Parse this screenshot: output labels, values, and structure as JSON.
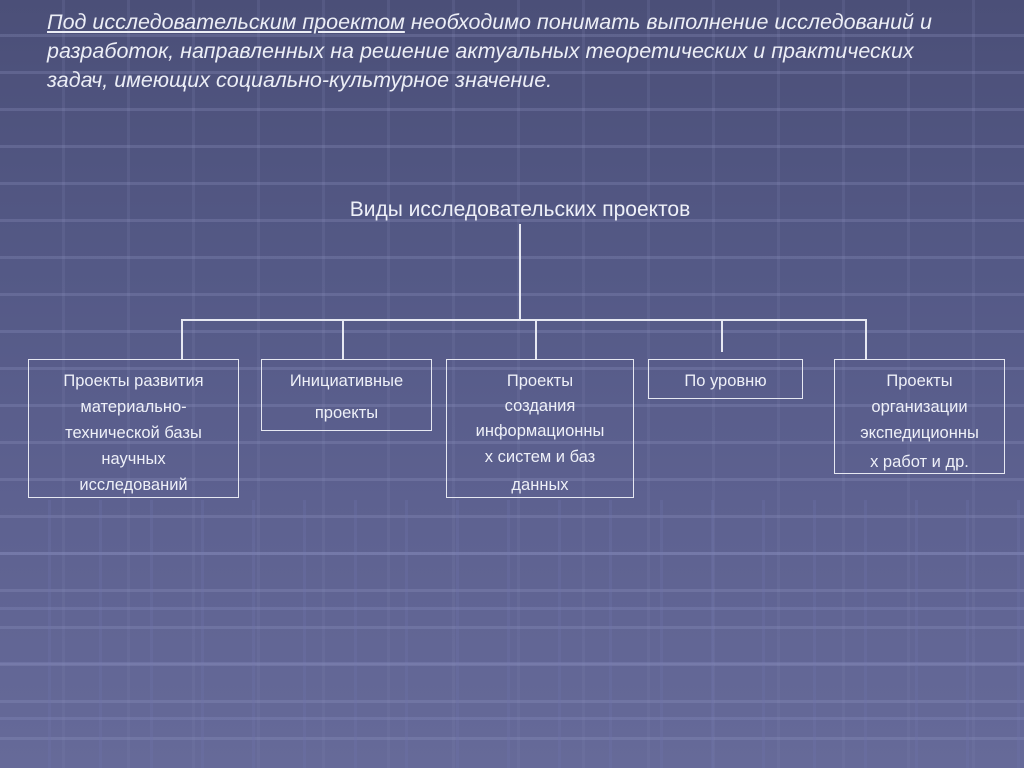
{
  "intro": {
    "term": "Под исследовательским проектом",
    "definition": " необходимо понимать выполнение исследований и разработок, направленных на решение актуальных теоретических и практических задач, имеющих социально-культурное значение."
  },
  "diagram": {
    "root": "Виды исследовательских проектов",
    "children": [
      {
        "lines": [
          "Проекты развития",
          "материально-",
          "технической базы",
          "научных",
          "исследований"
        ]
      },
      {
        "lines": [
          "Инициативные",
          "проекты"
        ]
      },
      {
        "lines": [
          "Проекты",
          "создания",
          "информационны",
          "х систем и баз",
          "данных"
        ]
      },
      {
        "lines": [
          "По уровню"
        ]
      },
      {
        "lines": [
          "Проекты",
          "организации",
          "экспедиционны",
          "х работ и др."
        ]
      }
    ]
  },
  "colors": {
    "background": "#545986",
    "text": "#eef0f8",
    "lines": "#e6e8f2"
  }
}
